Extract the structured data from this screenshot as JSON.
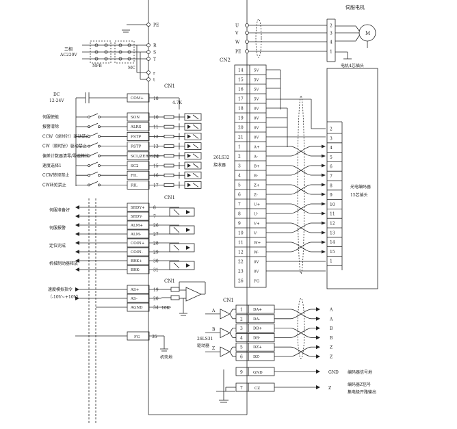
{
  "power": {
    "mains_label_1": "三相",
    "mains_label_2": "AC220V",
    "breaker_label": "NFB",
    "contactor_label": "MC",
    "pins": [
      "PE",
      "R",
      "S",
      "T",
      "r",
      "t"
    ]
  },
  "cn1_input": {
    "connector": "CN1",
    "dc_label_1": "DC",
    "dc_label_2": "12-24V",
    "resistor_label": "4.7K",
    "com_signal": "COM+",
    "com_pin": "18",
    "rows": [
      {
        "label": "伺服使能",
        "signal": "SON",
        "pin": "10"
      },
      {
        "label": "报警清除",
        "signal": "ALRS",
        "pin": "11"
      },
      {
        "label": "CCW（逆时针）驱动禁止",
        "signal": "FSTP",
        "pin": "12"
      },
      {
        "label": "CW（顺时针）驱动禁止",
        "signal": "RSTP",
        "pin": "13"
      },
      {
        "label": "偏差计数器清零/零速箝位",
        "signal": "SCL/ZEROSPD",
        "pin": "14"
      },
      {
        "label": "速度选择1",
        "signal": "SC2",
        "pin": "15"
      },
      {
        "label": "CCW转矩禁止",
        "signal": "FIL",
        "pin": "16"
      },
      {
        "label": "CW转矩禁止",
        "signal": "RIL",
        "pin": "17"
      }
    ]
  },
  "cn1_output": {
    "connector": "CN1",
    "rows": [
      {
        "label": "伺服准备好",
        "signal_a": "SRDY+",
        "pin_a": "8",
        "signal_b": "SRDY-",
        "pin_b": "7"
      },
      {
        "label": "伺服报警",
        "signal_a": "ALM+",
        "pin_a": "26",
        "signal_b": "ALM-",
        "pin_b": "27"
      },
      {
        "label": "定位完成",
        "signal_a": "COIN+",
        "pin_a": "28",
        "signal_b": "COIN-",
        "pin_b": "29"
      },
      {
        "label": "机械制动器释放",
        "signal_a": "BRK+",
        "pin_a": "30",
        "signal_b": "BRK-",
        "pin_b": "31"
      }
    ]
  },
  "cn1_analog": {
    "connector": "CN1",
    "label_1": "速度模拟指令",
    "label_2": "（-10V~+10V）",
    "resistor_label": "10K",
    "rows": [
      {
        "signal": "AS+",
        "pin": "19"
      },
      {
        "signal": "AS-",
        "pin": "20"
      },
      {
        "signal": "AGND",
        "pin": "34"
      }
    ]
  },
  "cn1_fg": {
    "signal": "FG",
    "pin": "35",
    "label": "机壳地"
  },
  "motor": {
    "title": "伺服电机",
    "symbol": "M",
    "plug_label": "电机4芯插头",
    "terminals": [
      {
        "name": "U",
        "pin": "2"
      },
      {
        "name": "V",
        "pin": "3"
      },
      {
        "name": "W",
        "pin": "4"
      },
      {
        "name": "PE",
        "pin": "1"
      }
    ]
  },
  "cn2": {
    "connector": "CN2",
    "receiver_label_1": "26LS32",
    "receiver_label_2": "接收器",
    "encoder_label_1": "光电编码器",
    "encoder_label_2": "15芯插头",
    "rows": [
      {
        "pin": "14",
        "signal": "5V"
      },
      {
        "pin": "15",
        "signal": "5V"
      },
      {
        "pin": "16",
        "signal": "5V"
      },
      {
        "pin": "17",
        "signal": "5V"
      },
      {
        "pin": "18",
        "signal": "0V"
      },
      {
        "pin": "19",
        "signal": "0V"
      },
      {
        "pin": "20",
        "signal": "0V"
      },
      {
        "pin": "21",
        "signal": "0V"
      },
      {
        "pin": "1",
        "signal": "A+"
      },
      {
        "pin": "2",
        "signal": "A-"
      },
      {
        "pin": "3",
        "signal": "B+"
      },
      {
        "pin": "4",
        "signal": "B-"
      },
      {
        "pin": "5",
        "signal": "Z+"
      },
      {
        "pin": "6",
        "signal": "Z-"
      },
      {
        "pin": "7",
        "signal": "U+"
      },
      {
        "pin": "8",
        "signal": "U-"
      },
      {
        "pin": "9",
        "signal": "V+"
      },
      {
        "pin": "10",
        "signal": "V-"
      },
      {
        "pin": "11",
        "signal": "W+"
      },
      {
        "pin": "12",
        "signal": "W-"
      },
      {
        "pin": "22",
        "signal": "0V"
      },
      {
        "pin": "23",
        "signal": "0V"
      },
      {
        "pin": "26",
        "signal": "FG"
      }
    ],
    "encoder_pins": [
      "2",
      "3",
      "4",
      "5",
      "6",
      "7",
      "8",
      "9",
      "10",
      "11",
      "12",
      "13",
      "14",
      "15",
      "1"
    ]
  },
  "cn1_encoder_out": {
    "connector": "CN1",
    "driver_label_1": "26LS31",
    "driver_label_2": "驱动器",
    "rows": [
      {
        "in_label": "A",
        "pin": "1",
        "signal": "DA+",
        "out": "A"
      },
      {
        "in_label": "",
        "pin": "2",
        "signal": "DA-",
        "out": "A"
      },
      {
        "in_label": "B",
        "pin": "3",
        "signal": "DB+",
        "out": "B"
      },
      {
        "in_label": "",
        "pin": "4",
        "signal": "DB-",
        "out": "B"
      },
      {
        "in_label": "Z",
        "pin": "5",
        "signal": "DZ+",
        "out": "Z"
      },
      {
        "in_label": "",
        "pin": "6",
        "signal": "DZ-",
        "out": "Z"
      }
    ],
    "gnd": {
      "pin": "9",
      "signal": "GND",
      "out": "GND",
      "desc": "编码器信号地"
    },
    "cz": {
      "pin": "7",
      "signal": "CZ",
      "out": "Z",
      "desc_1": "编码器Z信号",
      "desc_2": "集电极开路输出"
    }
  }
}
